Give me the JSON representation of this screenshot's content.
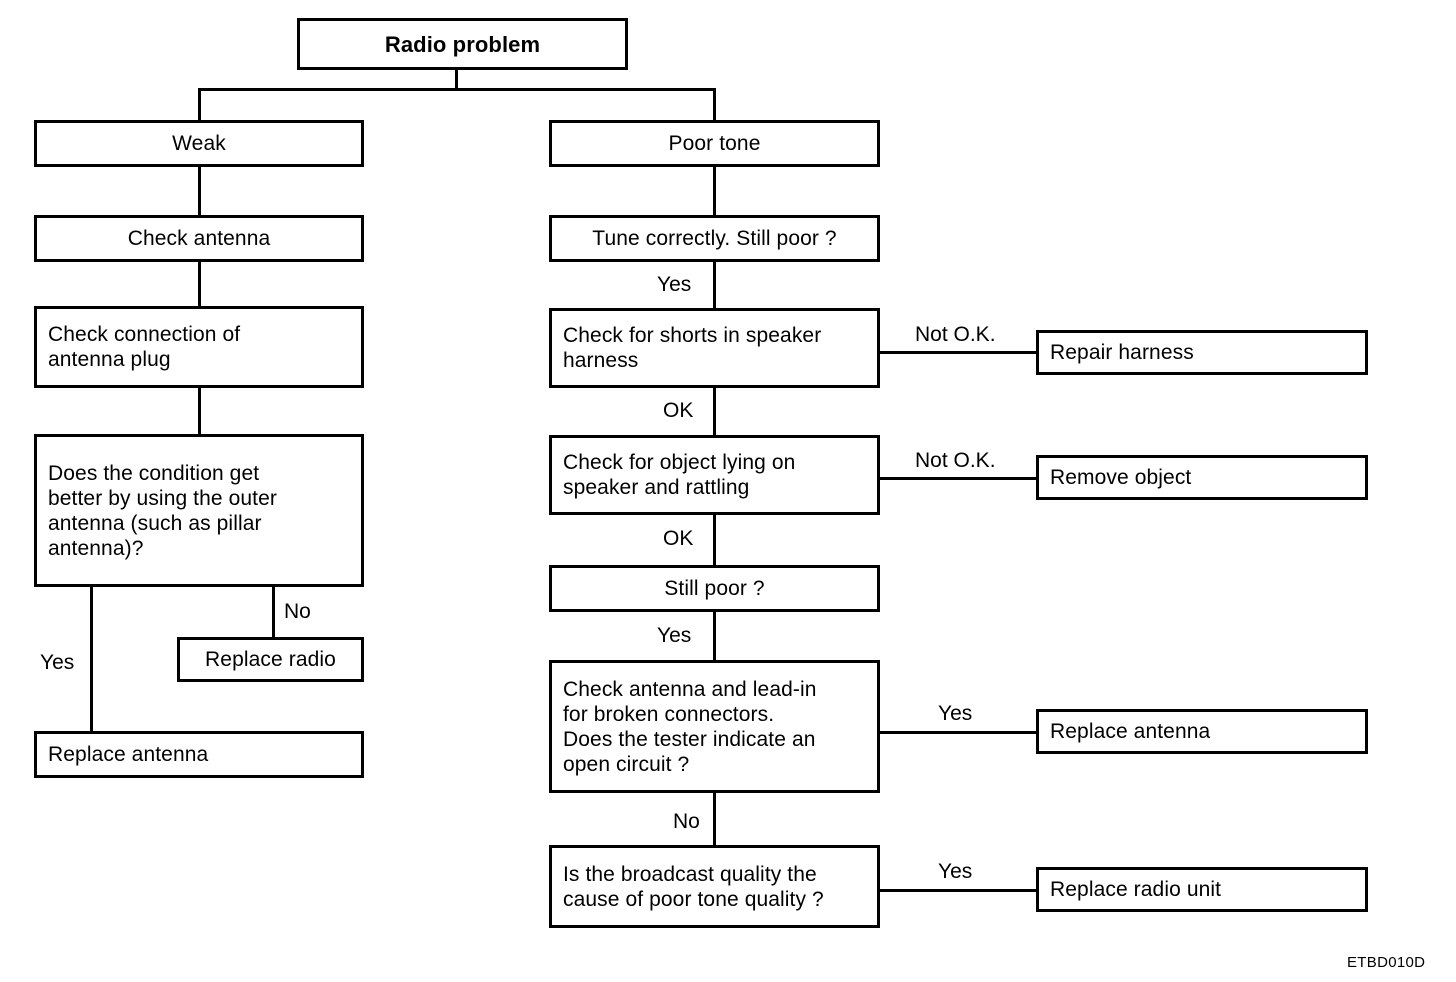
{
  "diagram": {
    "title": "Radio problem",
    "figure_code": "ETBD010D",
    "nodes": {
      "root": "Radio problem",
      "weak": "Weak",
      "check_antenna": "Check antenna",
      "check_connection": "Check connection of\nantenna plug",
      "condition_better": "Does the condition get\nbetter by using the outer\nantenna (such as pillar\nantenna)?",
      "replace_radio": "Replace radio",
      "replace_antenna_left": "Replace antenna",
      "poor_tone": "Poor tone",
      "tune_correctly": "Tune correctly. Still poor ?",
      "check_shorts": "Check for shorts in speaker\nharness",
      "repair_harness": "Repair harness",
      "check_object": "Check for object lying on\nspeaker and rattling",
      "remove_object": "Remove object",
      "still_poor": "Still poor ?",
      "check_leadin": "Check antenna and lead-in\nfor broken connectors.\nDoes the tester indicate an\nopen circuit ?",
      "replace_antenna_right": "Replace antenna",
      "broadcast_quality": "Is the broadcast quality the\ncause of poor tone quality ?",
      "replace_radio_unit": "Replace radio unit"
    },
    "edge_labels": {
      "tune_yes": "Yes",
      "shorts_ok": "OK",
      "shorts_not_ok": "Not O.K.",
      "object_ok": "OK",
      "object_not_ok": "Not O.K.",
      "still_poor_yes": "Yes",
      "leadin_yes": "Yes",
      "leadin_no": "No",
      "broadcast_yes": "Yes",
      "condition_yes": "Yes",
      "condition_no": "No"
    }
  }
}
